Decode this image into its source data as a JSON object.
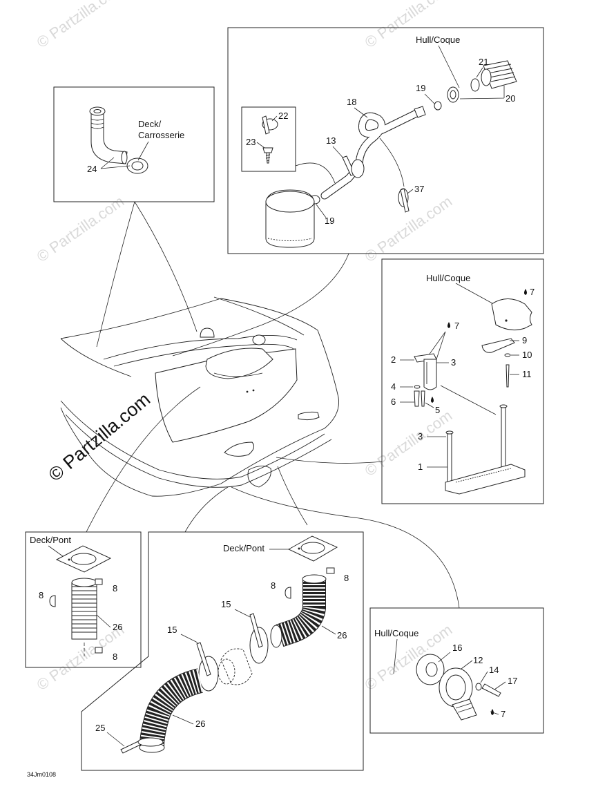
{
  "watermark": {
    "text": "© Partzilla.com"
  },
  "callouts": {
    "hull": "Hull/Coque",
    "deck_carrosserie": "Deck/\nCarrosserie",
    "deck_pont": "Deck/Pont",
    "n1": "1",
    "n2": "2",
    "n3": "3",
    "n4": "4",
    "n5": "5",
    "n6": "6",
    "n7": "7",
    "n8": "8",
    "n9": "9",
    "n10": "10",
    "n11": "11",
    "n12": "12",
    "n13": "13",
    "n14": "14",
    "n15": "15",
    "n16": "16",
    "n17": "17",
    "n18": "18",
    "n19": "19",
    "n20": "20",
    "n21": "21",
    "n22": "22",
    "n23": "23",
    "n24": "24",
    "n25": "25",
    "n26": "26",
    "n37": "37"
  },
  "drawing_code": "34Jm0108"
}
